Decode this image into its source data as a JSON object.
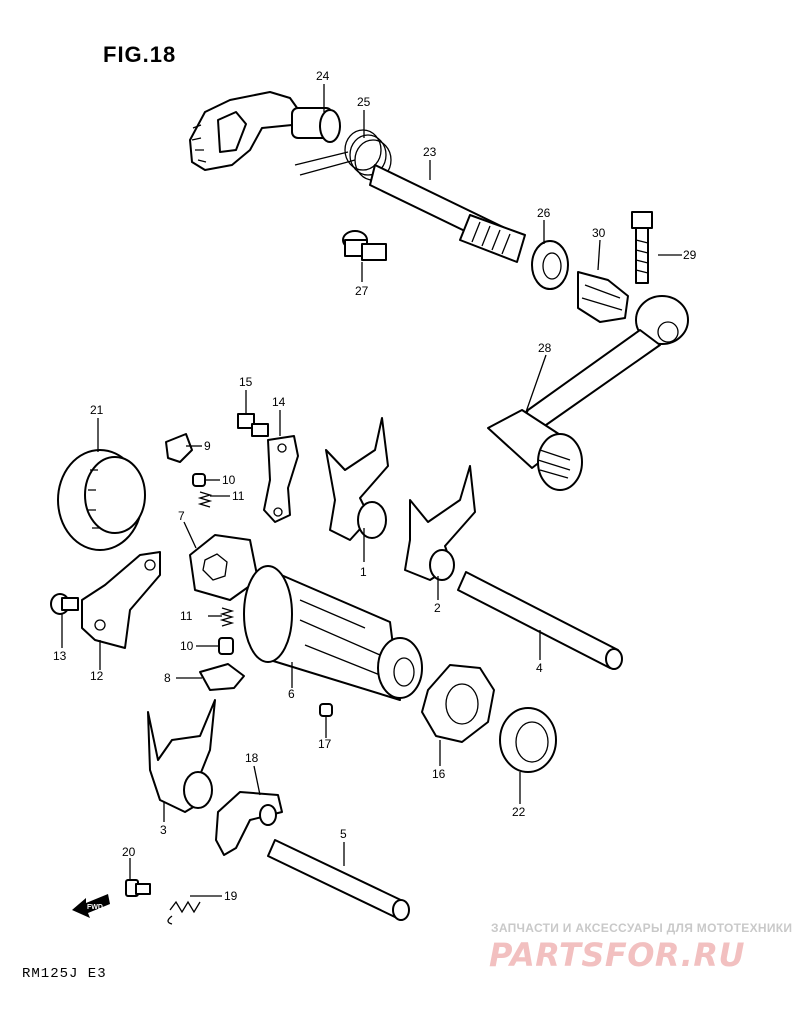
{
  "title": "FIG.18",
  "model": "RM125J  E3",
  "watermark": {
    "tagline": "ЗАПЧАСТИ И АКСЕССУАРЫ ДЛЯ МОТОТЕХНИКИ",
    "brand": "PARTSFOR.RU"
  },
  "fwd_label": "FWD",
  "parts": [
    {
      "no": "24"
    },
    {
      "no": "25"
    },
    {
      "no": "23"
    },
    {
      "no": "26"
    },
    {
      "no": "30"
    },
    {
      "no": "29"
    },
    {
      "no": "27"
    },
    {
      "no": "28"
    },
    {
      "no": "15"
    },
    {
      "no": "14"
    },
    {
      "no": "21"
    },
    {
      "no": "9"
    },
    {
      "no": "10"
    },
    {
      "no": "11"
    },
    {
      "no": "7"
    },
    {
      "no": "1"
    },
    {
      "no": "2"
    },
    {
      "no": "13"
    },
    {
      "no": "12"
    },
    {
      "no": "11"
    },
    {
      "no": "10"
    },
    {
      "no": "8"
    },
    {
      "no": "6"
    },
    {
      "no": "4"
    },
    {
      "no": "17"
    },
    {
      "no": "16"
    },
    {
      "no": "22"
    },
    {
      "no": "18"
    },
    {
      "no": "3"
    },
    {
      "no": "5"
    },
    {
      "no": "20"
    },
    {
      "no": "19"
    }
  ]
}
